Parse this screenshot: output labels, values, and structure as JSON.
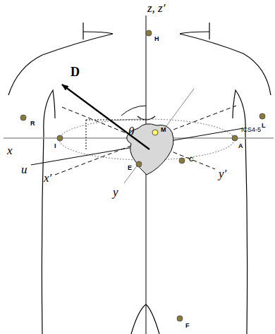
{
  "diagram": {
    "labels": [
      "z, z′",
      "H",
      "D",
      "θ",
      "M",
      "R",
      "L",
      "ICS4-5",
      "x",
      "I",
      "A",
      "u",
      "x′",
      "y′",
      "E",
      "C",
      "y",
      "F"
    ]
  }
}
